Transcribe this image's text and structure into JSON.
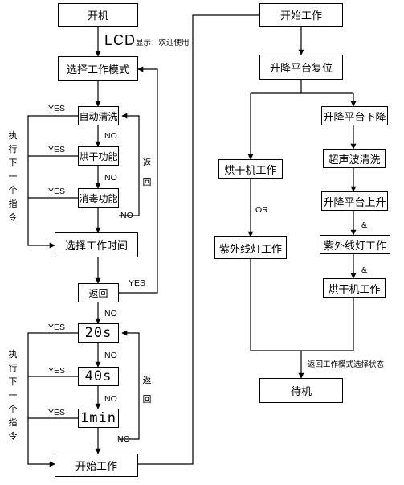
{
  "boxes": {
    "power_on": "开机",
    "select_mode": "选择工作模式",
    "auto_clean": "自动清洗",
    "dry_function": "烘干功能",
    "disinfect_function": "消毒功能",
    "select_time": "选择工作时间",
    "back": "返回",
    "time_20s": "20s",
    "time_40s": "40s",
    "time_1min": "1min",
    "start_work_left": "开始工作",
    "start_work_right": "开始工作",
    "lift_reset": "升降平台复位",
    "dryer_work": "烘干机工作",
    "uv_work_left": "紫外线灯工作",
    "platform_down": "升降平台下降",
    "ultrasonic_clean": "超声波清洗",
    "platform_up": "升降平台上升",
    "uv_work_right": "紫外线灯工作",
    "dryer_work_right": "烘干机工作",
    "standby": "待机"
  },
  "lcd": {
    "prefix": "LCD",
    "text": "显示：欢迎使用"
  },
  "labels": {
    "yes": "YES",
    "no": "NO",
    "or": "OR",
    "amp": "&",
    "return_vertical": "返回",
    "return_state": "返回工作模式选择状态"
  },
  "side_text": "执行下一个指令"
}
